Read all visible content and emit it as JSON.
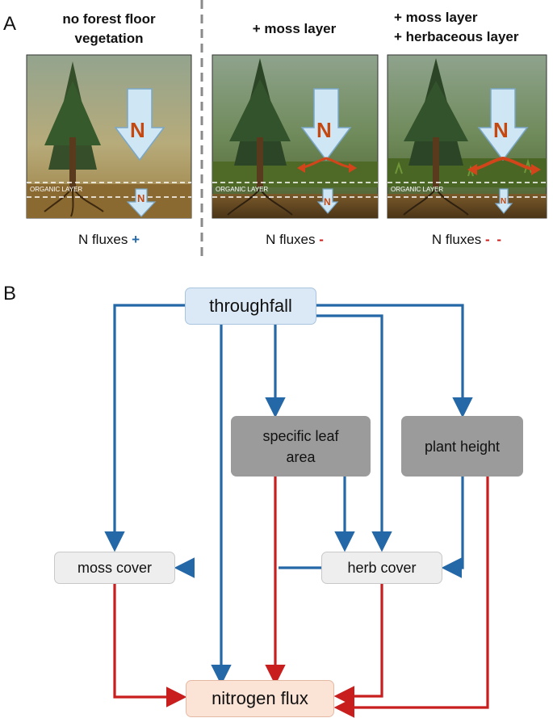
{
  "panel_a": {
    "letter": "A",
    "columns": [
      {
        "title_lines": [
          "no forest floor",
          "vegetation"
        ],
        "big_arrow_label": "N",
        "small_arrow_label": "N",
        "layer_label": "ORGANIC LAYER",
        "flux_text": "N fluxes",
        "flux_sign": "+"
      },
      {
        "title_lines": [
          "+ moss layer"
        ],
        "big_arrow_label": "N",
        "small_arrow_label": "N",
        "layer_label": "ORGANIC LAYER",
        "flux_text": "N fluxes",
        "flux_sign": "-"
      },
      {
        "title_lines": [
          "+ moss layer",
          "+ herbaceous layer"
        ],
        "big_arrow_label": "N",
        "small_arrow_label": "N",
        "layer_label": "ORGANIC LAYER",
        "flux_text": "N fluxes",
        "flux_sign": "- -"
      }
    ]
  },
  "panel_b": {
    "letter": "B",
    "nodes": {
      "throughfall": "throughfall",
      "sla_line1": "specific leaf",
      "sla_line2": "area",
      "plant_height": "plant height",
      "moss_cover": "moss cover",
      "herb_cover": "herb cover",
      "nitrogen_flux": "nitrogen flux"
    }
  },
  "colors": {
    "positive": "#2468a8",
    "negative": "#c81e1e",
    "arrow_fill": "#cfe6f5",
    "n_letter": "#c4480f",
    "dashed_divider": "#8a8a8a"
  }
}
